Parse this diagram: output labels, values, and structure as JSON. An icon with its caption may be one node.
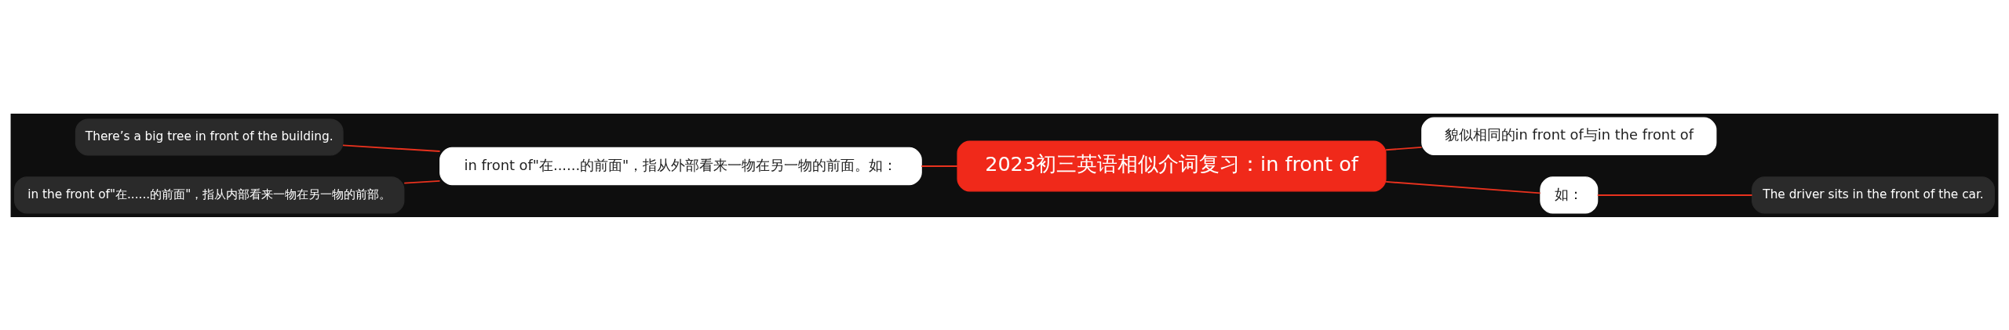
{
  "diagram": {
    "nodes": [
      {
        "text": [
          "2023初三英语相似介词复习：in front of"
        ]
      },
      {
        "text": [
          "in front of\"在......的前面\"，指从外部看来一物在另一物的前面。如："
        ]
      },
      {
        "text": [
          "There’s a big tree in front of the building."
        ]
      },
      {
        "text": [
          "in the front of\"在......的前面\"，指从内部看来一物在另一物的前部。"
        ]
      },
      {
        "text": [
          "貌似相同的in front of与in the front of"
        ]
      },
      {
        "text": [
          "如："
        ]
      },
      {
        "text": [
          "The driver sits in the front of the car."
        ]
      }
    ],
    "edges": [
      {
        "from": 0,
        "to": 1,
        "arrow": "none"
      },
      {
        "from": 1,
        "to": 2,
        "arrow": "none"
      },
      {
        "from": 1,
        "to": 3,
        "arrow": "none"
      },
      {
        "from": 0,
        "to": 4,
        "arrow": "none"
      },
      {
        "from": 0,
        "to": 5,
        "arrow": "none"
      },
      {
        "from": 5,
        "to": 6,
        "arrow": "none"
      }
    ]
  }
}
